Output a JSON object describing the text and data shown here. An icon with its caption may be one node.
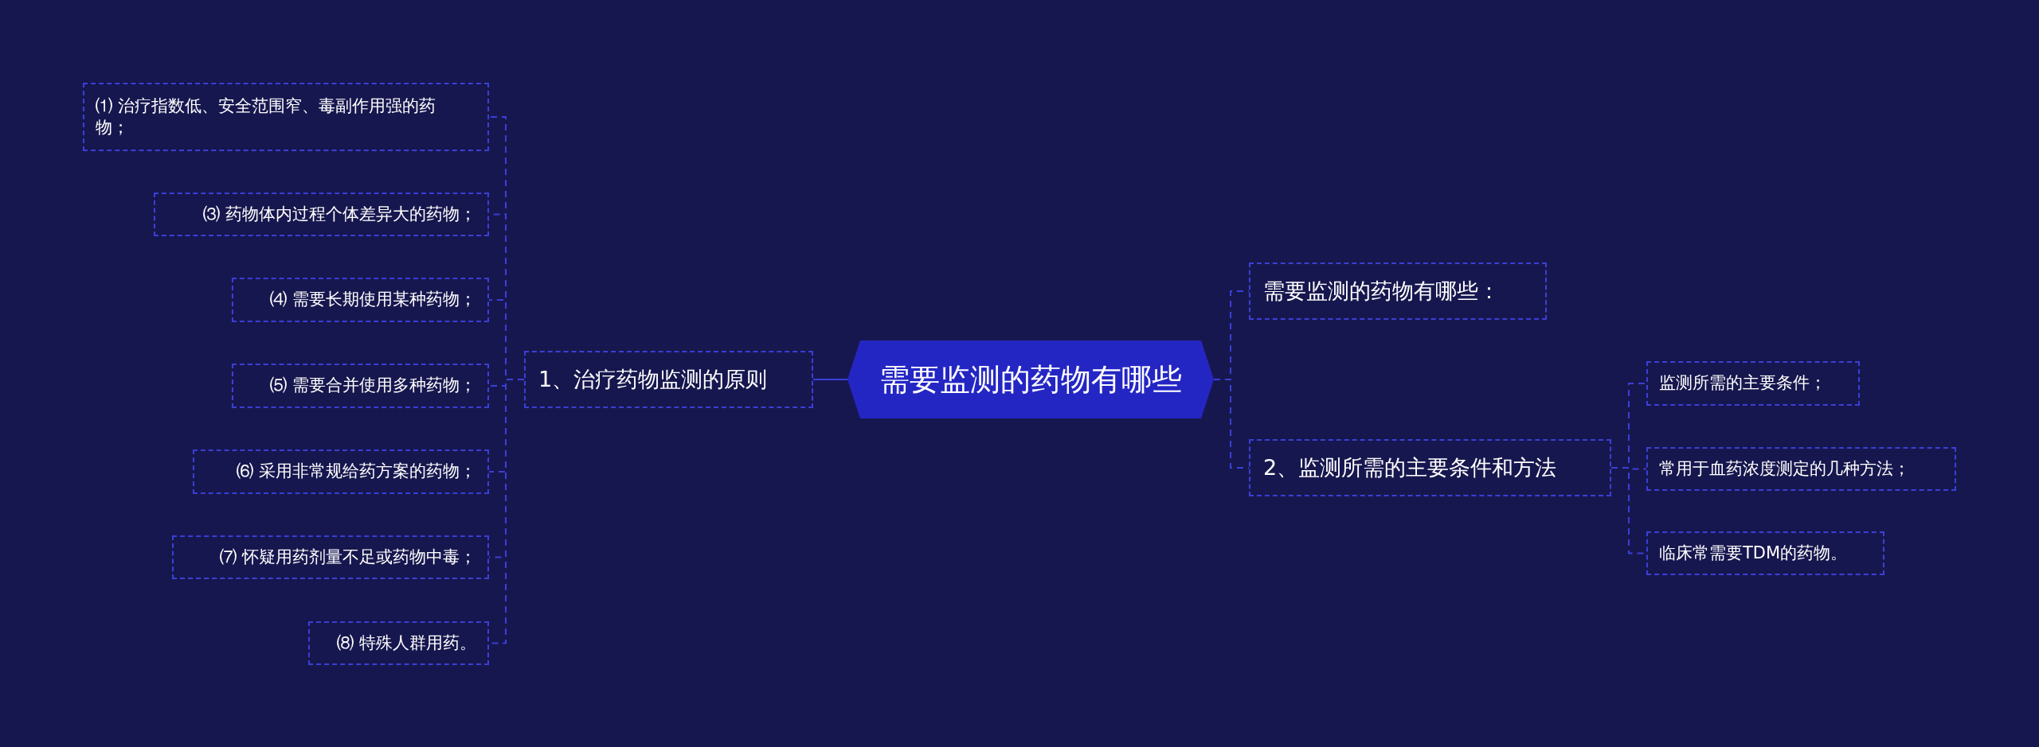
{
  "diagram": {
    "nodes": [
      {
        "text": [
          "需要监测的药物有哪些"
        ]
      },
      {
        "text": [
          "1、治疗药物监测的原则"
        ]
      },
      {
        "text": [
          "⑴ 治疗指数低、安全范围窄、毒副作用强的药物；"
        ]
      },
      {
        "text": [
          "⑶ 药物体内过程个体差异大的药物；"
        ]
      },
      {
        "text": [
          "⑷ 需要长期使用某种药物；"
        ]
      },
      {
        "text": [
          "⑸ 需要合并使用多种药物；"
        ]
      },
      {
        "text": [
          "⑹ 采用非常规给药方案的药物；"
        ]
      },
      {
        "text": [
          "⑺ 怀疑用药剂量不足或药物中毒；"
        ]
      },
      {
        "text": [
          "⑻ 特殊人群用药。"
        ]
      },
      {
        "text": [
          "需要监测的药物有哪些："
        ]
      },
      {
        "text": [
          "2、监测所需的主要条件和方法"
        ]
      },
      {
        "text": [
          "监测所需的主要条件；"
        ]
      },
      {
        "text": [
          "常用于血药浓度测定的几种方法；"
        ]
      },
      {
        "text": [
          "临床常需要TDM的药物。"
        ]
      }
    ],
    "edges": [
      {
        "from": 0,
        "to": 1,
        "arrow": "none"
      },
      {
        "from": 1,
        "to": 2,
        "arrow": "none",
        "style": "dashed"
      },
      {
        "from": 1,
        "to": 3,
        "arrow": "none",
        "style": "dashed"
      },
      {
        "from": 1,
        "to": 4,
        "arrow": "none",
        "style": "dashed"
      },
      {
        "from": 1,
        "to": 5,
        "arrow": "none",
        "style": "dashed"
      },
      {
        "from": 1,
        "to": 6,
        "arrow": "none",
        "style": "dashed"
      },
      {
        "from": 1,
        "to": 7,
        "arrow": "none",
        "style": "dashed"
      },
      {
        "from": 1,
        "to": 8,
        "arrow": "none",
        "style": "dashed"
      },
      {
        "from": 0,
        "to": 9,
        "arrow": "none",
        "style": "dashed"
      },
      {
        "from": 0,
        "to": 10,
        "arrow": "none",
        "style": "dashed"
      },
      {
        "from": 10,
        "to": 11,
        "arrow": "none",
        "style": "dashed"
      },
      {
        "from": 10,
        "to": 12,
        "arrow": "none",
        "style": "dashed"
      },
      {
        "from": 10,
        "to": 13,
        "arrow": "none",
        "style": "dashed"
      }
    ]
  }
}
